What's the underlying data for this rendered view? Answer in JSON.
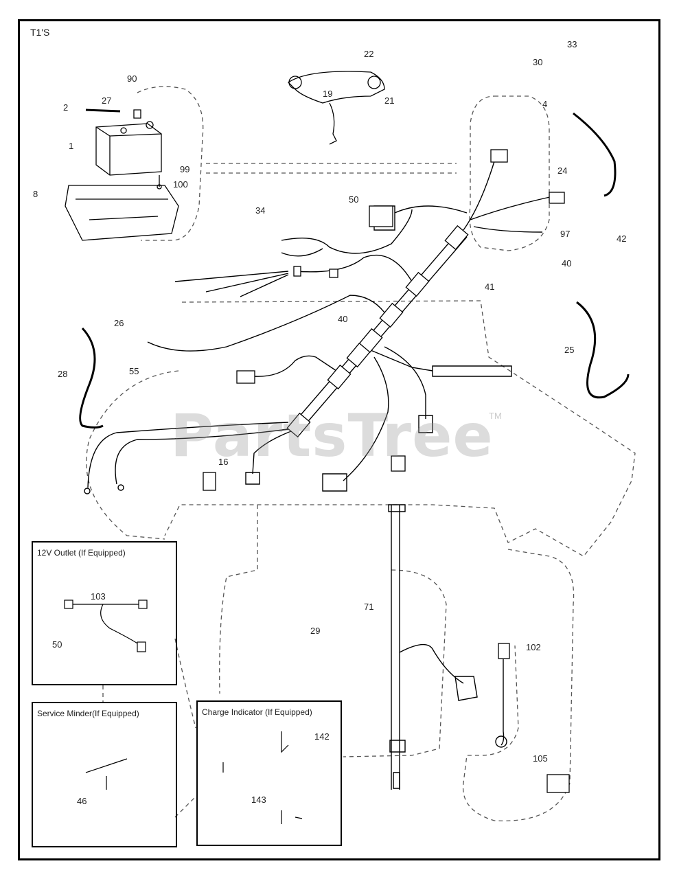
{
  "diagram_code": "T1'S",
  "watermark": {
    "text": "PartsTree",
    "tm": "TM"
  },
  "insets": {
    "outlet": {
      "title": "12V Outlet (If Equipped)",
      "labels": [
        "103",
        "50"
      ]
    },
    "minder": {
      "title": "Service Minder(If Equipped)",
      "labels": [
        "46"
      ]
    },
    "charge": {
      "title": "Charge Indicator (If Equipped)",
      "labels": [
        "142",
        "143"
      ]
    }
  },
  "part_labels": {
    "p22": "22",
    "p21": "21",
    "p19": "19",
    "p90": "90",
    "p27": "27",
    "p2": "2",
    "p1": "1",
    "p8": "8",
    "p99": "99",
    "p100": "100",
    "p33": "33",
    "p30": "30",
    "p4": "4",
    "p24a": "24",
    "p50": "50",
    "p34": "34",
    "p97": "97",
    "p42": "42",
    "p40a": "40",
    "p41": "41",
    "p26": "26",
    "p40b": "40",
    "p25": "25",
    "p28": "28",
    "p55": "55",
    "p16": "16",
    "p71": "71",
    "p29": "29",
    "p102": "102",
    "p105": "105"
  },
  "colors": {
    "line": "#000000",
    "dash": "#555555",
    "watermark": "#999999"
  }
}
